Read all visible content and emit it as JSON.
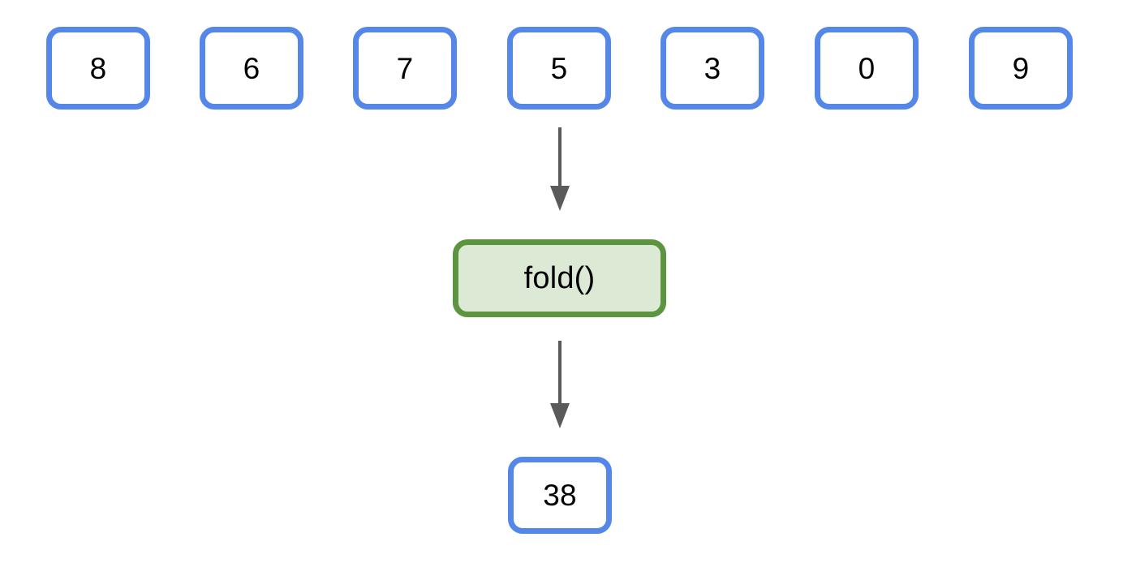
{
  "diagram": {
    "title": "fold() reduction diagram",
    "colors": {
      "value_box_border": "#5487E8",
      "value_box_fill": "#FFFFFF",
      "function_box_border": "#5C9440",
      "function_box_fill": "#DCE9D4",
      "arrow": "#5A5A5A",
      "text": "#000000",
      "background": "#FFFFFF"
    },
    "input_row": {
      "name": "input-values",
      "items": [
        {
          "label": "8"
        },
        {
          "label": "6"
        },
        {
          "label": "7"
        },
        {
          "label": "5"
        },
        {
          "label": "3"
        },
        {
          "label": "0"
        },
        {
          "label": "9"
        }
      ]
    },
    "function_node": {
      "label": "fold()"
    },
    "result_node": {
      "label": "38"
    },
    "arrows": [
      {
        "name": "arrow-input-to-fold",
        "from": "input-value-5",
        "to": "fold()"
      },
      {
        "name": "arrow-fold-to-result",
        "from": "fold()",
        "to": "38"
      }
    ]
  }
}
